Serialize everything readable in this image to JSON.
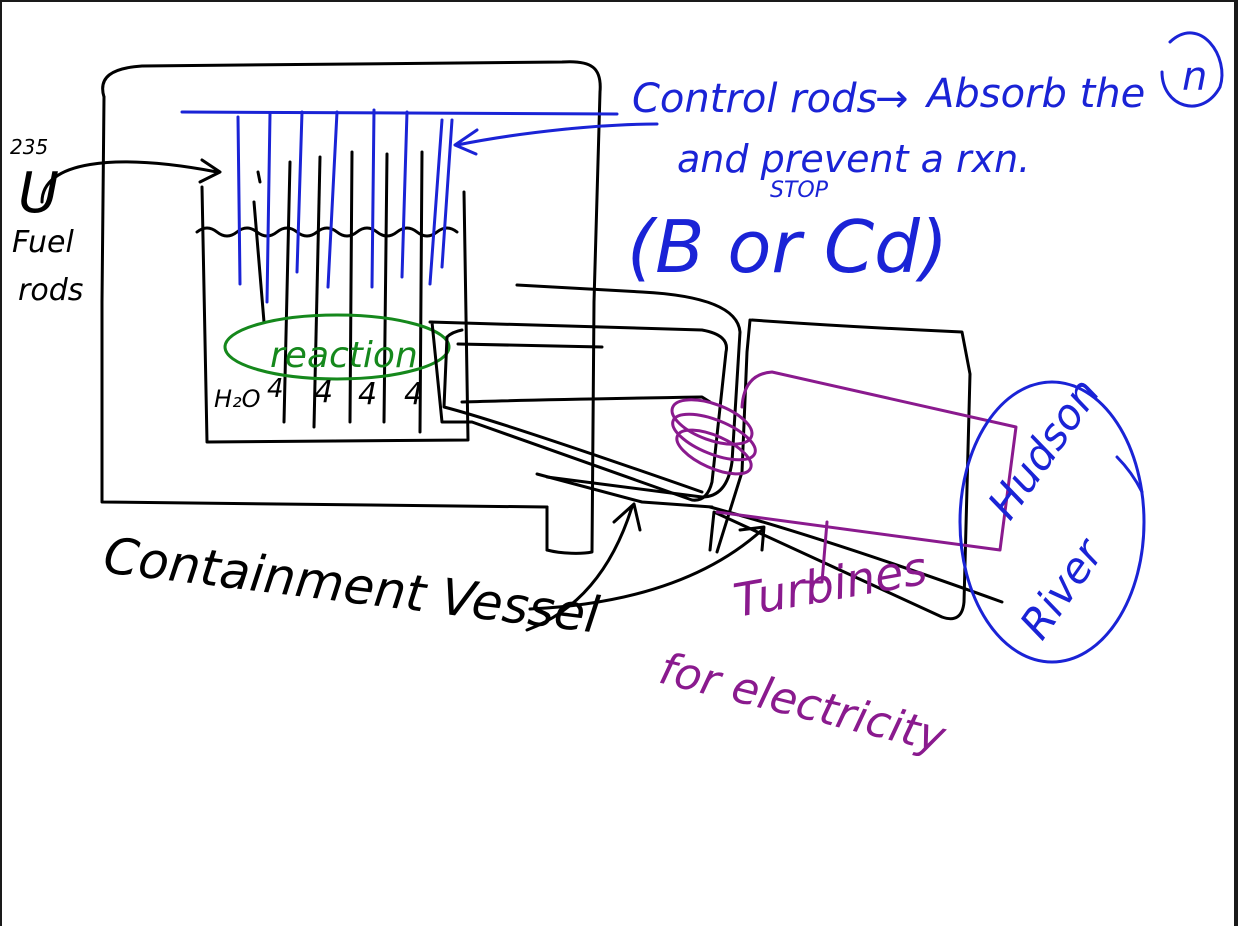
{
  "labels": {
    "fuel_sup": "235",
    "fuel_U": "U",
    "fuel_rods": "Fuel\nrods",
    "control_rods": "Control rods",
    "arrow": "→",
    "absorb": "Absorb the",
    "neutron": "n",
    "prevent": "and prevent a rxn.",
    "stop": "STOP",
    "b_or_cd": "(B or Cd)",
    "reaction": "reaction",
    "h2o": "H₂O",
    "containment": "Containment Vessel",
    "turbines": "Turbines",
    "for_electricity": "for electricity",
    "hudson": "Hudson\nRiver"
  },
  "colors": {
    "black_ink": "#000000",
    "blue_ink": "#1a23d6",
    "green_ink": "#15881c",
    "purple_ink": "#8a1a8e"
  }
}
